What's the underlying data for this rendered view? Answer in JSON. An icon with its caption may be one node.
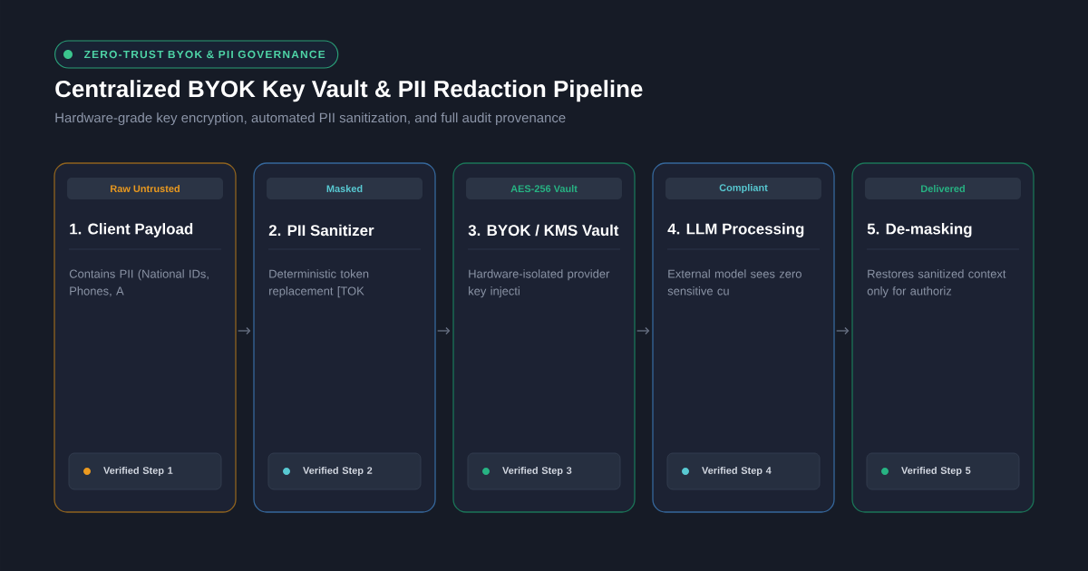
{
  "diagram": {
    "title": "Centralized BYOK Key Vault & PII Redaction Pipeline",
    "nodes": [
      {
        "text": [
          "ZERO-TRUST BYOK & PII GOVERNANCE"
        ]
      },
      {
        "text": [
          "1. Client Payload",
          "Contains PII (National IDs, Phones, A"
        ]
      },
      {
        "text": [
          "Raw Untrusted"
        ],
        "in": 1
      },
      {
        "text": [
          "Verified Step 1"
        ],
        "in": 1
      },
      {
        "text": [
          "2. PII Sanitizer",
          "Deterministic token replacement [TOK"
        ]
      },
      {
        "text": [
          "Masked"
        ],
        "in": 4
      },
      {
        "text": [
          "Verified Step 2"
        ],
        "in": 4
      },
      {
        "text": [
          "3. BYOK / KMS Vault",
          "Hardware-isolated provider key injecti"
        ]
      },
      {
        "text": [
          "AES-256 Vault"
        ],
        "in": 7
      },
      {
        "text": [
          "Verified Step 3"
        ],
        "in": 7
      },
      {
        "text": [
          "4. LLM Processing",
          "External model sees zero sensitive cu"
        ]
      },
      {
        "text": [
          "Compliant"
        ],
        "in": 10
      },
      {
        "text": [
          "Verified Step 4"
        ],
        "in": 10
      },
      {
        "text": [
          "5. De-masking",
          "Restores sanitized context only for authoriz"
        ]
      },
      {
        "text": [
          "Delivered"
        ],
        "in": 13
      },
      {
        "text": [
          "Verified Step 5"
        ],
        "in": 13
      }
    ],
    "edges": [
      {
        "from": 1,
        "to": 4,
        "arrow": "to"
      },
      {
        "from": 4,
        "to": 7,
        "arrow": "to"
      },
      {
        "from": 7,
        "to": 10,
        "arrow": "to"
      },
      {
        "from": 10,
        "to": 13,
        "arrow": "to"
      }
    ],
    "labels": [
      "Hardware-grade key encryption, automated PII sanitization, and full audit provenance"
    ]
  }
}
